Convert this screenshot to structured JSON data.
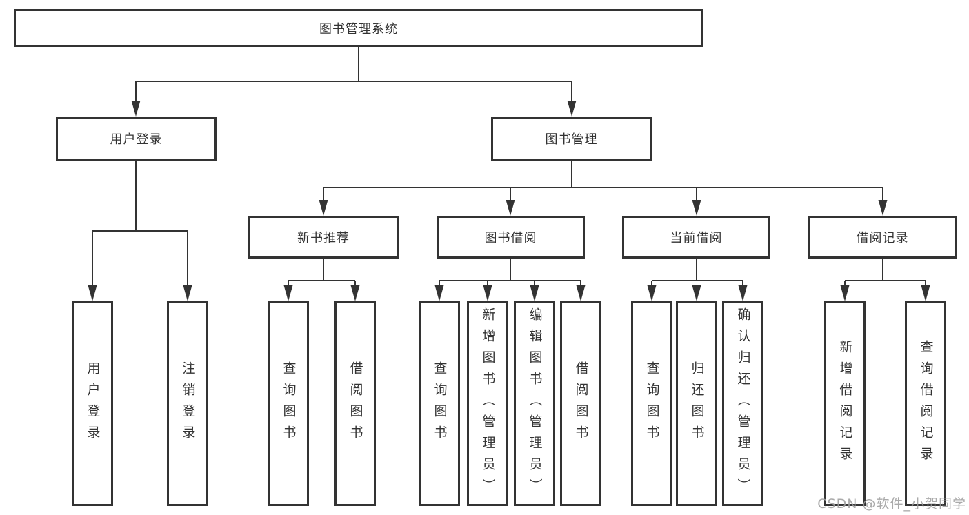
{
  "diagram": {
    "root": {
      "label": "图书管理系统"
    },
    "level2": [
      {
        "id": "user-login",
        "label": "用户登录"
      },
      {
        "id": "book-management",
        "label": "图书管理"
      }
    ],
    "level3": [
      {
        "id": "new-book-recommend",
        "label": "新书推荐",
        "parent": "图书管理"
      },
      {
        "id": "book-borrowing",
        "label": "图书借阅",
        "parent": "图书管理"
      },
      {
        "id": "current-borrowing",
        "label": "当前借阅",
        "parent": "图书管理"
      },
      {
        "id": "borrowing-records",
        "label": "借阅记录",
        "parent": "图书管理"
      }
    ],
    "leaves": [
      {
        "label": "用户登录",
        "parent": "用户登录"
      },
      {
        "label": "注销登录",
        "parent": "用户登录"
      },
      {
        "label": "查询图书",
        "parent": "新书推荐"
      },
      {
        "label": "借阅图书",
        "parent": "新书推荐"
      },
      {
        "label": "查询图书",
        "parent": "图书借阅"
      },
      {
        "label": "新增图书（管理员）",
        "parent": "图书借阅"
      },
      {
        "label": "编辑图书（管理员）",
        "parent": "图书借阅"
      },
      {
        "label": "借阅图书",
        "parent": "图书借阅"
      },
      {
        "label": "查询图书",
        "parent": "当前借阅"
      },
      {
        "label": "归还图书",
        "parent": "当前借阅"
      },
      {
        "label": "确认归还（管理员）",
        "parent": "当前借阅"
      },
      {
        "label": "新增借阅记录",
        "parent": "借阅记录"
      },
      {
        "label": "查询借阅记录",
        "parent": "借阅记录"
      }
    ],
    "watermark": {
      "text": "CSDN @软件_小贺同学"
    },
    "colors": {
      "border": "#333333",
      "text": "#333333",
      "line": "#333333",
      "watermark": "#9e9e9e",
      "background": "#ffffff"
    }
  }
}
